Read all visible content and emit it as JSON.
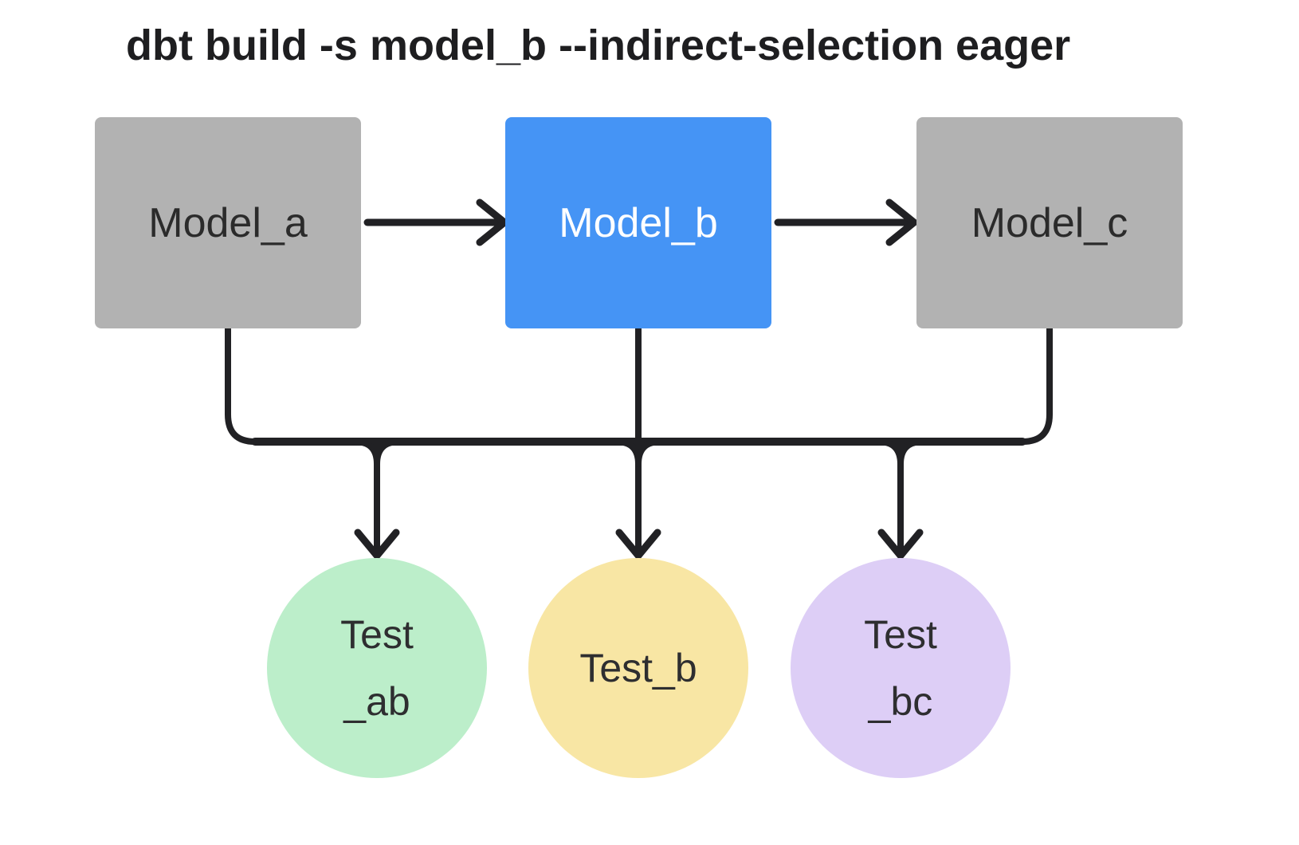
{
  "title": "dbt build -s model_b --indirect-selection eager",
  "colors": {
    "background": "#ffffff",
    "title_text": "#1e1e20",
    "connector": "#212124",
    "model_default_fill": "#b2b2b2",
    "model_default_text": "#2b2b2b",
    "model_selected_fill": "#4594f5",
    "model_selected_text": "#ffffff",
    "test_ab_fill": "#bceeca",
    "test_b_fill": "#f8e6a4",
    "test_bc_fill": "#ddcef6",
    "test_text": "#2e2e30"
  },
  "models": [
    {
      "label": "Model_a",
      "selected": false
    },
    {
      "label": "Model_b",
      "selected": true
    },
    {
      "label": "Model_c",
      "selected": false
    }
  ],
  "tests": [
    {
      "lines": [
        "Test",
        "_ab"
      ]
    },
    {
      "lines": [
        "Test_b"
      ]
    },
    {
      "lines": [
        "Test",
        "_bc"
      ]
    }
  ],
  "edges": [
    {
      "from": "Model_a",
      "to": "Model_b"
    },
    {
      "from": "Model_b",
      "to": "Model_c"
    },
    {
      "from": "Model_a",
      "to": "Test_ab"
    },
    {
      "from": "Model_b",
      "to": "Test_ab"
    },
    {
      "from": "Model_b",
      "to": "Test_b"
    },
    {
      "from": "Model_b",
      "to": "Test_bc"
    },
    {
      "from": "Model_c",
      "to": "Test_bc"
    }
  ]
}
